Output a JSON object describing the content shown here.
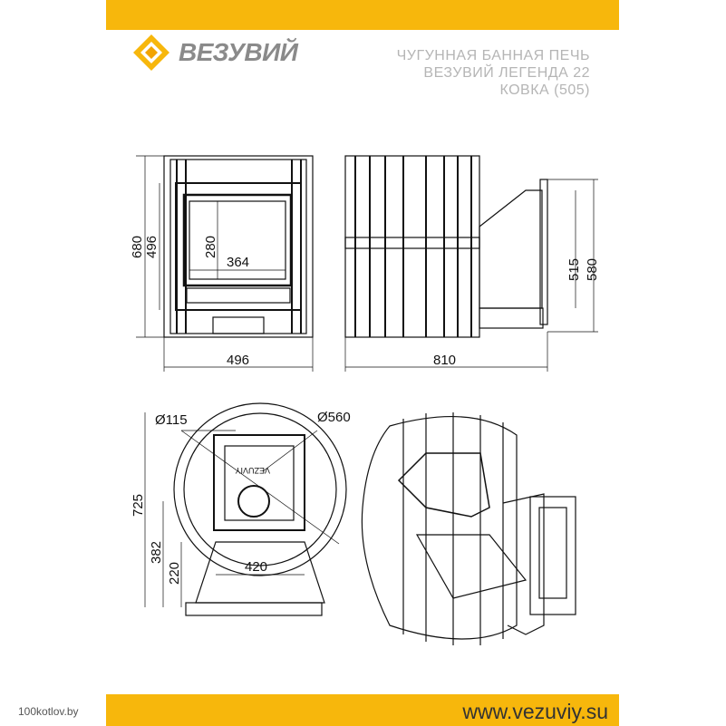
{
  "brand": {
    "name": "ВЕЗУВИЙ",
    "accent_color": "#f7b70c"
  },
  "title": {
    "line1": "ЧУГУННАЯ БАННАЯ ПЕЧЬ",
    "line2": "ВЕЗУВИЙ ЛЕГЕНДА 22",
    "line3": "КОВКА (505)"
  },
  "dimensions": {
    "front_height": "680",
    "front_inner_height": "496",
    "door_height": "280",
    "door_width": "364",
    "front_width": "496",
    "side_depth": "810",
    "side_tunnel_height": "515",
    "side_height": "580",
    "chimney_diameter": "Ø115",
    "casing_diameter": "Ø560",
    "total_length": "725",
    "axis_offset": "382",
    "tunnel_offset": "220",
    "tunnel_width": "420"
  },
  "stamp_text": "VEZUVIY",
  "footer": {
    "url": "www.vezuviy.su",
    "watermark": "100kotlov.by"
  }
}
